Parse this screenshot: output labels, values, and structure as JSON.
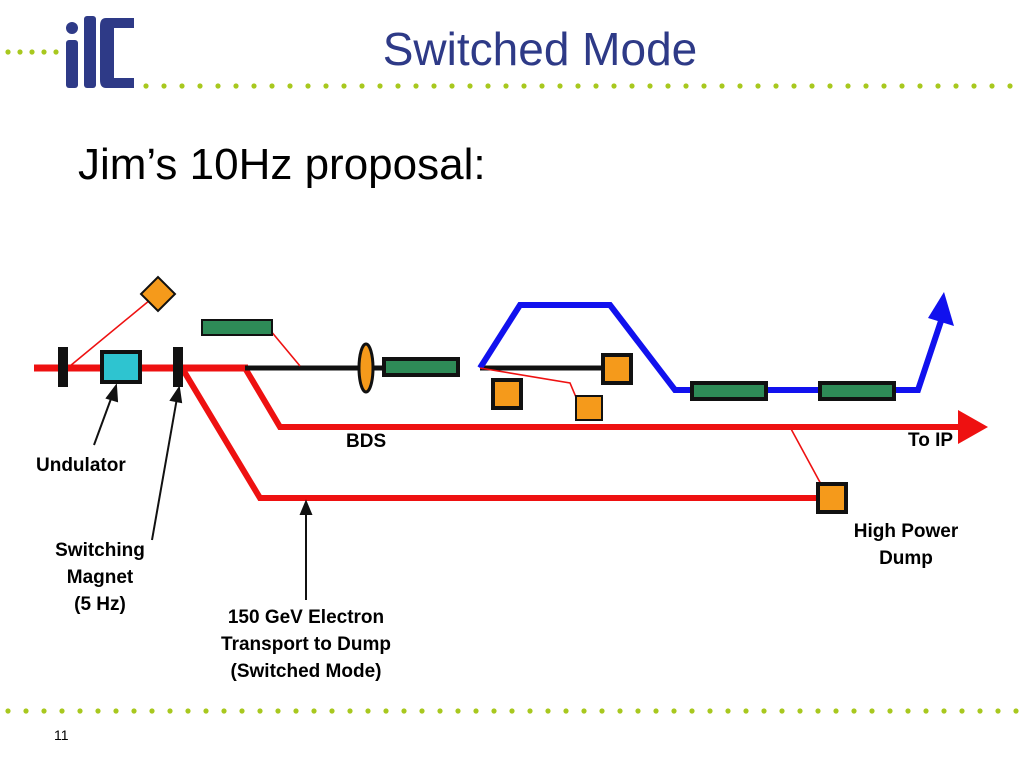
{
  "slide": {
    "title": "Switched Mode",
    "subtitle": "Jim’s 10Hz proposal:",
    "page_number": "11"
  },
  "logo": {
    "text": "ilc"
  },
  "labels": {
    "undulator": "Undulator",
    "switching_magnet": [
      "Switching",
      "Magnet",
      "(5 Hz)"
    ],
    "bds": "BDS",
    "to_ip": "To IP",
    "high_power_dump": [
      "High Power",
      "Dump"
    ],
    "transport": [
      "150 GeV Electron",
      "Transport to Dump",
      "(Switched Mode)"
    ]
  },
  "colors": {
    "title": "#2e3a87",
    "beamline_red": "#ee1111",
    "beamline_blue": "#1111ee",
    "dot_green": "#a8c81e",
    "magnet_green": "#2e8b57",
    "undulator_cyan": "#2ec4d0",
    "dump_orange": "#f59a1b"
  }
}
